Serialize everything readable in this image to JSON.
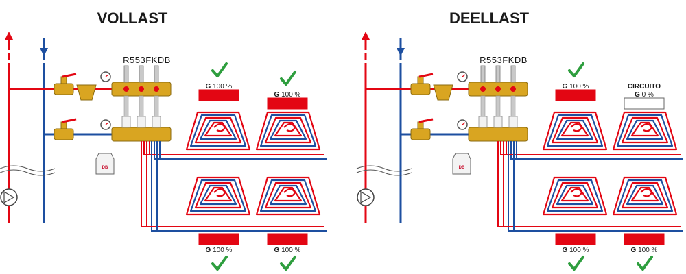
{
  "colors": {
    "supply": "#e30613",
    "return": "#1d4fa0",
    "check": "#2e9e3e",
    "brass": "#d9a521",
    "chrome": "#c9c9c9"
  },
  "panels": [
    {
      "title": "VOLLAST",
      "model": "R553FKDB",
      "tag": "DB",
      "loops": [
        {
          "name": "",
          "g_prefix": "G",
          "g_value": "100 %",
          "active": true
        },
        {
          "name": "",
          "g_prefix": "G",
          "g_value": "100 %",
          "active": true
        },
        {
          "name": "",
          "g_prefix": "G",
          "g_value": "100 %",
          "active": true
        },
        {
          "name": "",
          "g_prefix": "G",
          "g_value": "100 %",
          "active": true
        }
      ]
    },
    {
      "title": "DEELLAST",
      "model": "R553FKDB",
      "tag": "DB",
      "loops": [
        {
          "name": "",
          "g_prefix": "G",
          "g_value": "100 %",
          "active": true
        },
        {
          "name": "CIRCUITO",
          "g_prefix": "G",
          "g_value": "0 %",
          "active": false
        },
        {
          "name": "",
          "g_prefix": "G",
          "g_value": "100 %",
          "active": true
        },
        {
          "name": "",
          "g_prefix": "G",
          "g_value": "100 %",
          "active": true
        }
      ]
    }
  ]
}
